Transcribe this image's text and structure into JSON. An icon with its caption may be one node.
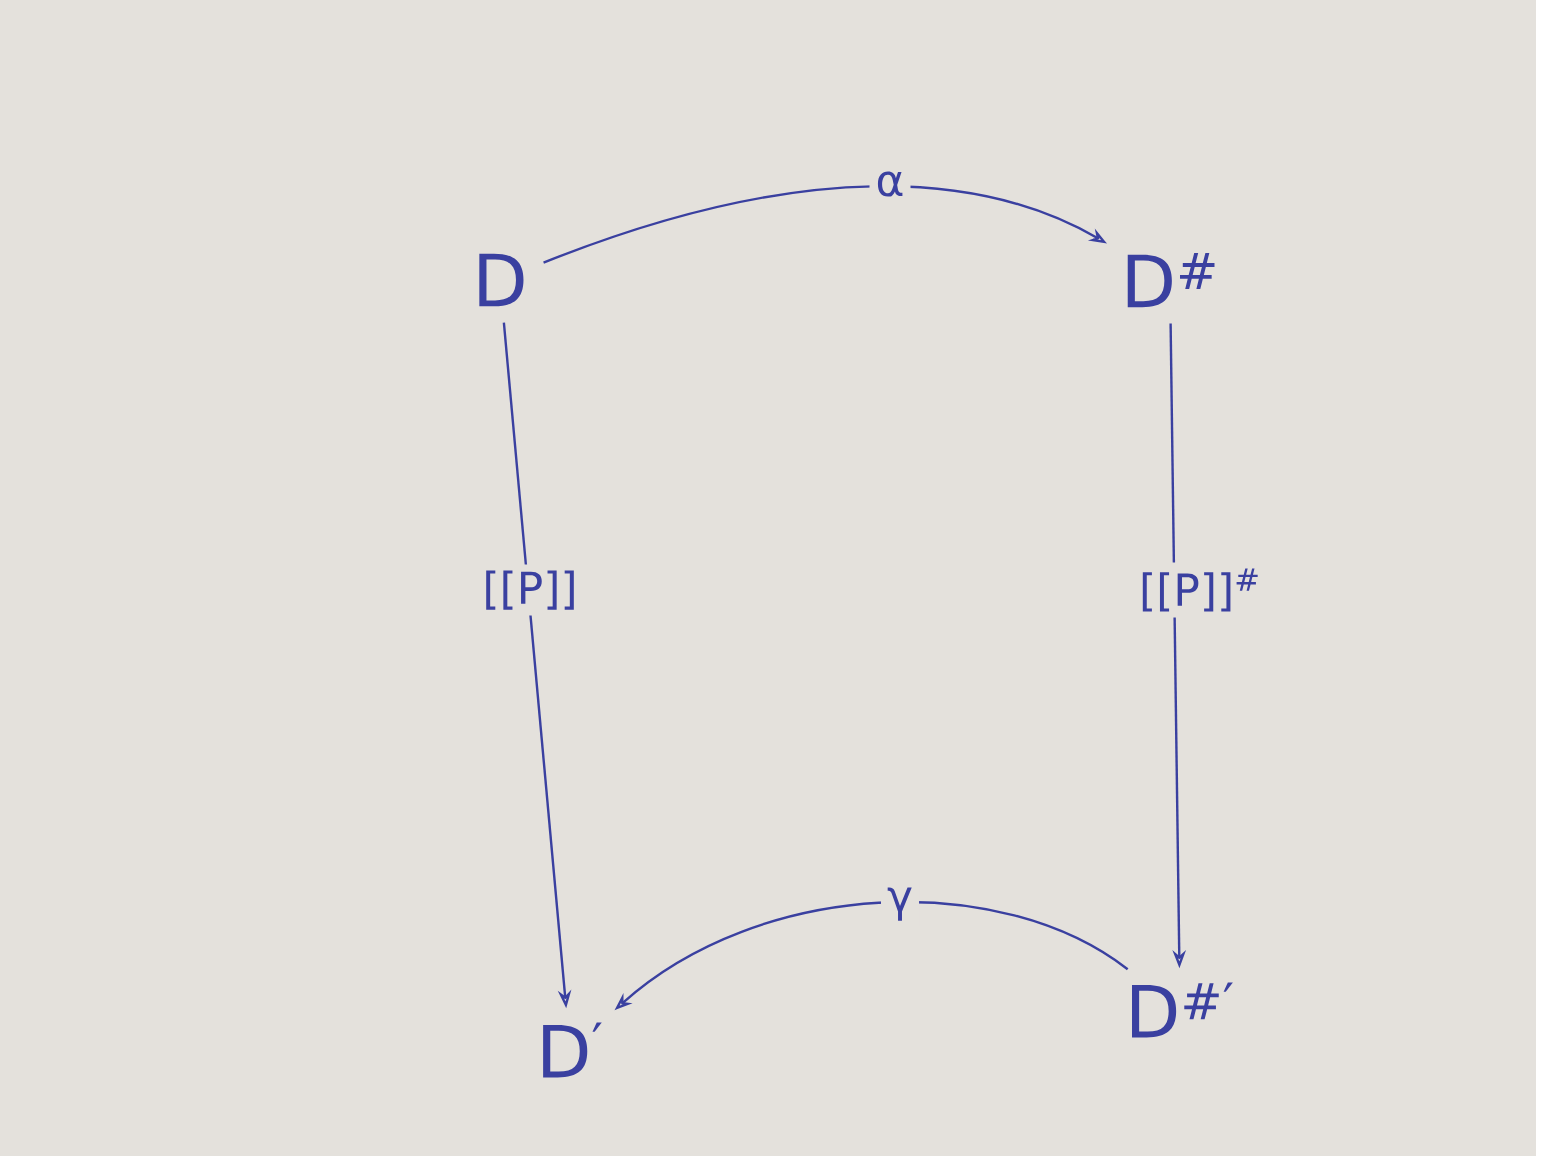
{
  "diagram": {
    "nodes": [
      {
        "text": [
          "D"
        ]
      },
      {
        "text": [
          "D$^{#}$"
        ]
      },
      {
        "text": [
          "D$^{′}$"
        ]
      },
      {
        "text": [
          "D$^{#′}$"
        ]
      }
    ],
    "edges": [
      {
        "from": 0,
        "to": 1,
        "arrow": "to",
        "label": "α"
      },
      {
        "from": 0,
        "to": 2,
        "arrow": "to",
        "label": "[[P]]"
      },
      {
        "from": 1,
        "to": 3,
        "arrow": "to",
        "label": "[[P]]$^{#}$"
      },
      {
        "from": 3,
        "to": 2,
        "arrow": "to",
        "label": "γ"
      }
    ]
  }
}
